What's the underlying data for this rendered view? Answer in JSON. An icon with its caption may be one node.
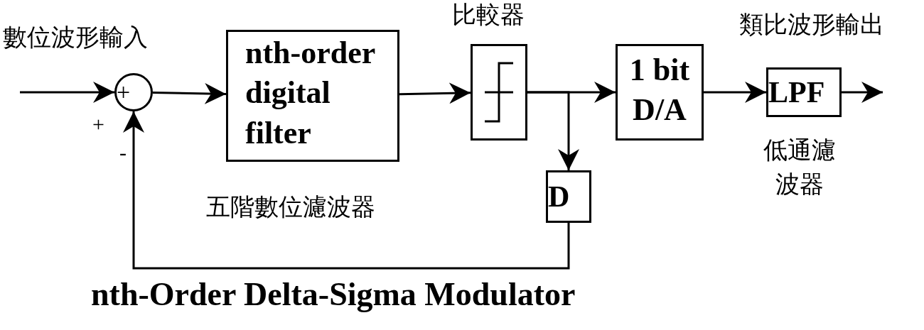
{
  "diagram": {
    "caption": "nth-Order Delta-Sigma Modulator",
    "nodes": [
      {
        "text": [
          "+"
        ]
      },
      {
        "text": [
          "nth-order digital filter"
        ],
        "beside": [
          "五階數位濾波器"
        ]
      },
      {
        "text": [
          "比較器"
        ]
      },
      {
        "text": [
          "1 bit D/A"
        ]
      },
      {
        "text": [
          "LPF"
        ],
        "beside": [
          "低通濾波器"
        ]
      },
      {
        "text": [
          "D"
        ]
      }
    ],
    "edges": [
      {
        "from": null,
        "to": 0,
        "arrow": "to"
      },
      {
        "from": 0,
        "to": 1,
        "arrow": "to"
      },
      {
        "from": 1,
        "to": 2,
        "arrow": "to"
      },
      {
        "from": 2,
        "to": 3,
        "arrow": "to"
      },
      {
        "from": 2,
        "to": 5,
        "arrow": "to"
      },
      {
        "from": 3,
        "to": 4,
        "arrow": "to"
      },
      {
        "from": 4,
        "to": null,
        "arrow": "to"
      },
      {
        "from": 5,
        "to": 0,
        "arrow": "to"
      }
    ],
    "labels": [
      "數位波形輸入",
      "+",
      "-",
      "類比波形輸出"
    ]
  }
}
